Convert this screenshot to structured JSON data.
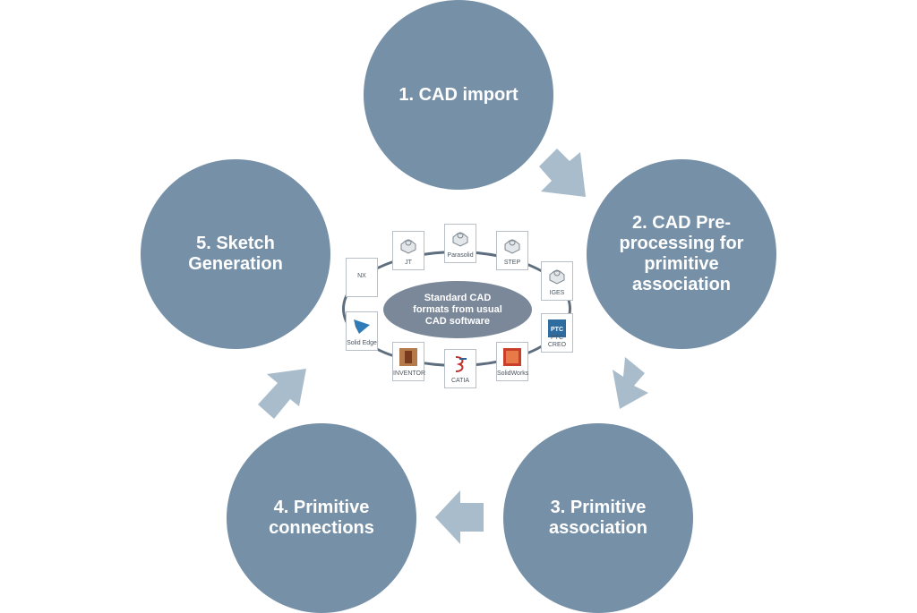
{
  "steps": {
    "s1": "1. CAD import",
    "s2": "2. CAD Pre-\nprocessing for\nprimitive\nassociation",
    "s3": "3. Primitive\nassociation",
    "s4": "4. Primitive\nconnections",
    "s5": "5. Sketch\nGeneration"
  },
  "center": {
    "label": "Standard CAD\nformats from usual\nCAD software",
    "formats": [
      "NX",
      "JT",
      "Parasolid",
      "STEP",
      "IGES",
      "PTC CREO",
      "SolidWorks",
      "CATIA",
      "INVENTOR",
      "Solid Edge"
    ]
  },
  "colors": {
    "circle": "#7690a7",
    "arrow": "#a9bccb",
    "core": "#7a8899"
  }
}
